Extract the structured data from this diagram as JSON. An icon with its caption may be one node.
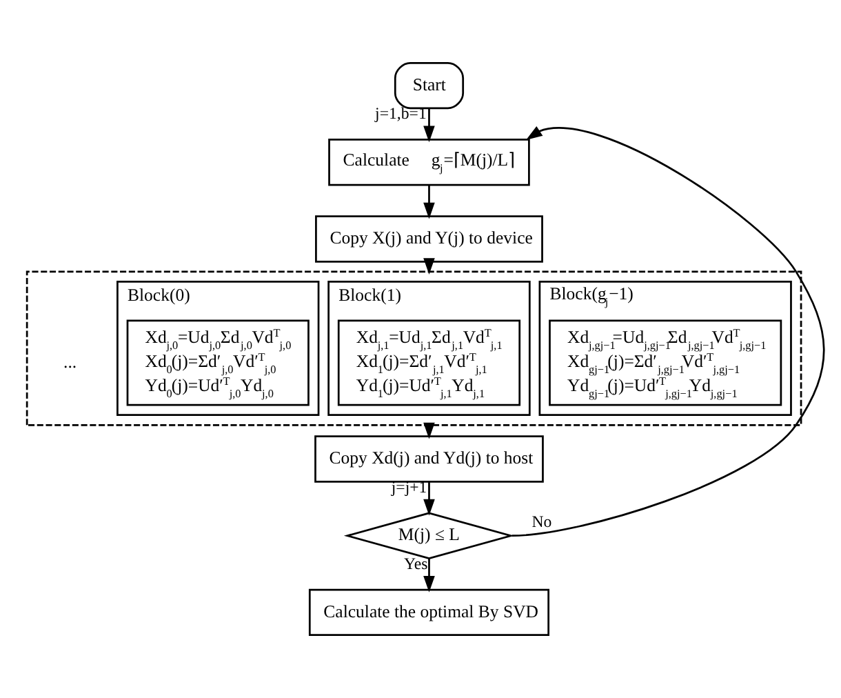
{
  "diagram": {
    "nodes": [
      {
        "text": [
          "Start"
        ]
      },
      {
        "text": [
          "Calculate",
          "g$_{j}$=⌈M(j)/L⌉"
        ]
      },
      {
        "text": [
          "Copy X(j) and Y(j) to device"
        ]
      },
      {
        "text": [],
        "shape": "box"
      },
      {
        "text": [
          "Block(0)"
        ],
        "in": 3
      },
      {
        "text": [
          "Xd$_{j,0}$=Ud$_{j,0}$Σd$_{j,0}$Vd$^{T}$$_{j,0}$",
          "Xd$_{0}$(j)=Σd′$_{j,0}$Vd′$^{T}$$_{j,0}$",
          "Yd$_{0}$(j)=Ud′$^{T}$$_{j,0}$Yd$_{j,0}$"
        ],
        "in": 4
      },
      {
        "text": [
          "Block(1)"
        ],
        "in": 3
      },
      {
        "text": [
          "Xd$_{j,1}$=Ud$_{j,1}$Σd$_{j,1}$Vd$^{T}$$_{j,1}$",
          "Xd$_{1}$(j)=Σd′$_{j,1}$Vd′$^{T}$$_{j,1}$",
          "Yd$_{1}$(j)=Ud′$^{T}$$_{j,1}$Yd$_{j,1}$"
        ],
        "in": 6
      },
      {
        "text": [
          "Block(g$_{j}$−1)"
        ],
        "in": 3
      },
      {
        "text": [
          "Xd$_{j,gj−1}$=Ud$_{j,gj−1}$Σd$_{j,gj−1}$Vd$^{T}$$_{j,gj−1}$",
          "Xd$_{gj−1}$(j)=Σd′$_{j,gj−1}$Vd′$^{T}$$_{j,gj−1}$",
          "Yd$_{gj−1}$(j)=Ud′$^{T}$$_{j,gj−1}$Yd$_{j,gj−1}$"
        ],
        "in": 8
      },
      {
        "text": [
          "Copy Xd(j) and Yd(j) to host"
        ]
      },
      {
        "text": [
          "M(j) ≤ L"
        ]
      },
      {
        "text": [
          "Calculate the optimal By SVD"
        ]
      }
    ],
    "edges": [
      {
        "from": 0,
        "to": 1,
        "arrow": "to",
        "label": "j=1,b=1"
      },
      {
        "from": 1,
        "to": 2,
        "arrow": "to"
      },
      {
        "from": 2,
        "to": 3,
        "arrow": "to"
      },
      {
        "from": 3,
        "to": 10,
        "arrow": "to"
      },
      {
        "from": 10,
        "to": 11,
        "arrow": "to",
        "label": "j=j+1"
      },
      {
        "from": 11,
        "to": 12,
        "arrow": "to",
        "label": "Yes"
      },
      {
        "from": 11,
        "to": 1,
        "arrow": "to",
        "label": "No"
      }
    ],
    "labels": [
      "..."
    ]
  }
}
